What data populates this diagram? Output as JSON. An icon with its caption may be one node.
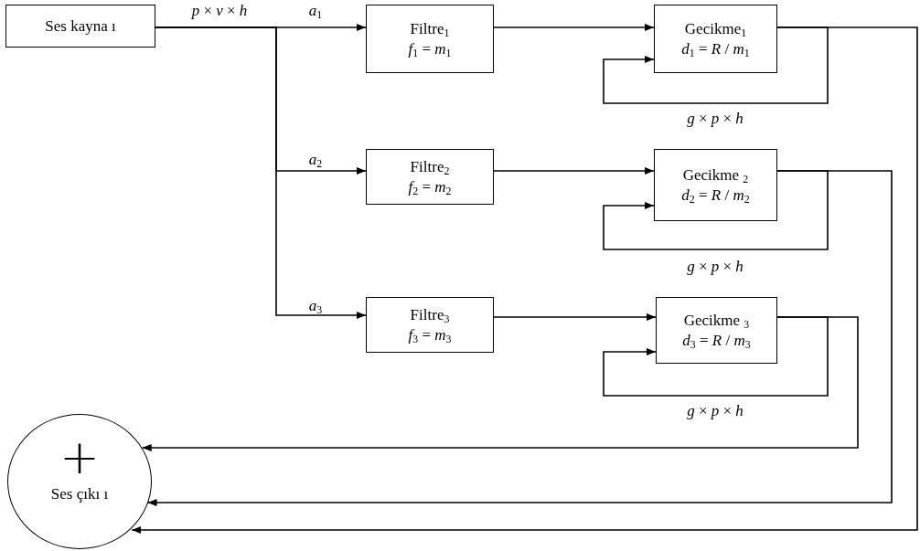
{
  "diagram": {
    "nodes": [
      {
        "text": [
          "Ses kayna ı"
        ]
      },
      {
        "text": [
          "Filtre$_{1}$",
          "*f*$_{1}$ = *m*$_{1}$"
        ]
      },
      {
        "text": [
          "Gecikme$_{1}$",
          "*d*$_{1}$ = *R* / *m*$_{1}$"
        ]
      },
      {
        "text": [
          "Filtre$_{2}$",
          "*f*$_{2}$ = *m*$_{2}$"
        ]
      },
      {
        "text": [
          "Gecikme $_{2}$",
          "*d*$_{2}$ = *R* / *m*$_{2}$"
        ]
      },
      {
        "text": [
          "Filtre$_{3}$",
          "*f*$_{3}$ = *m*$_{3}$"
        ]
      },
      {
        "text": [
          "Gecikme $_{3}$",
          "*d*$_{3}$ = *R* / *m*$_{3}$"
        ]
      },
      {
        "text": [
          "+",
          "Ses çıkı ı"
        ]
      }
    ],
    "edges": [
      {
        "from": 0,
        "to": 1,
        "arrow": "to",
        "label": "*a*$_{1}$"
      },
      {
        "from": 0,
        "to": 3,
        "arrow": "to",
        "label": "*a*$_{2}$"
      },
      {
        "from": 0,
        "to": 5,
        "arrow": "to",
        "label": "*a*$_{3}$"
      },
      {
        "from": 1,
        "to": 2,
        "arrow": "to"
      },
      {
        "from": 3,
        "to": 4,
        "arrow": "to"
      },
      {
        "from": 5,
        "to": 6,
        "arrow": "to"
      },
      {
        "from": 2,
        "to": 2,
        "arrow": "to",
        "label": "*g* × *p* × *h*"
      },
      {
        "from": 4,
        "to": 4,
        "arrow": "to",
        "label": "*g* × *p* × *h*"
      },
      {
        "from": 6,
        "to": 6,
        "arrow": "to",
        "label": "*g* × *p* × *h*"
      },
      {
        "from": 6,
        "to": 7,
        "arrow": "to"
      },
      {
        "from": 4,
        "to": 7,
        "arrow": "to"
      },
      {
        "from": 2,
        "to": 7,
        "arrow": "to"
      }
    ],
    "labels": [
      "*p* × *v* × *h*"
    ]
  }
}
